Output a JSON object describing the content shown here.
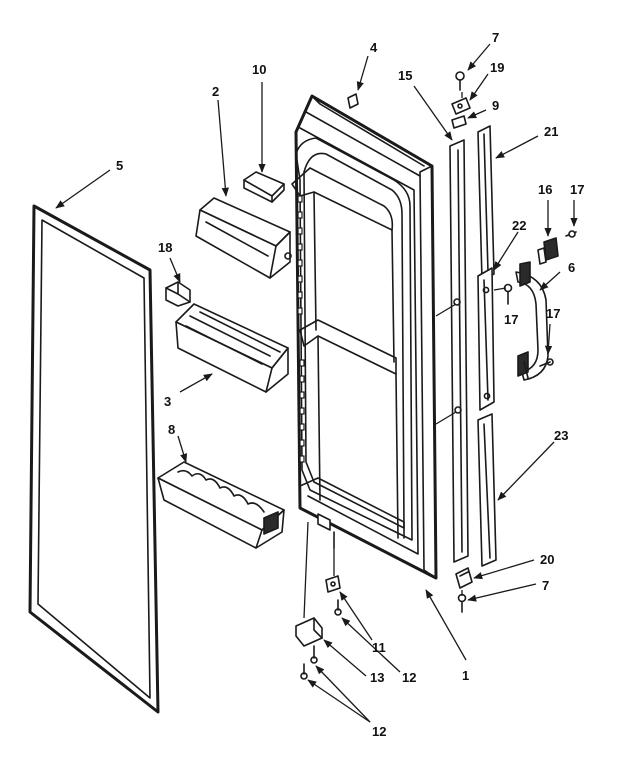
{
  "callouts": [
    {
      "id": "c1",
      "label": "1"
    },
    {
      "id": "c2",
      "label": "2"
    },
    {
      "id": "c3",
      "label": "3"
    },
    {
      "id": "c4",
      "label": "4"
    },
    {
      "id": "c5",
      "label": "5"
    },
    {
      "id": "c6",
      "label": "6"
    },
    {
      "id": "c7a",
      "label": "7"
    },
    {
      "id": "c7b",
      "label": "7"
    },
    {
      "id": "c8",
      "label": "8"
    },
    {
      "id": "c9",
      "label": "9"
    },
    {
      "id": "c10",
      "label": "10"
    },
    {
      "id": "c11",
      "label": "11"
    },
    {
      "id": "c12a",
      "label": "12"
    },
    {
      "id": "c12b",
      "label": "12"
    },
    {
      "id": "c13",
      "label": "13"
    },
    {
      "id": "c15",
      "label": "15"
    },
    {
      "id": "c16",
      "label": "16"
    },
    {
      "id": "c17a",
      "label": "17"
    },
    {
      "id": "c17b",
      "label": "17"
    },
    {
      "id": "c17c",
      "label": "17"
    },
    {
      "id": "c18",
      "label": "18"
    },
    {
      "id": "c19",
      "label": "19"
    },
    {
      "id": "c20",
      "label": "20"
    },
    {
      "id": "c21",
      "label": "21"
    },
    {
      "id": "c22",
      "label": "22"
    },
    {
      "id": "c23",
      "label": "23"
    }
  ]
}
